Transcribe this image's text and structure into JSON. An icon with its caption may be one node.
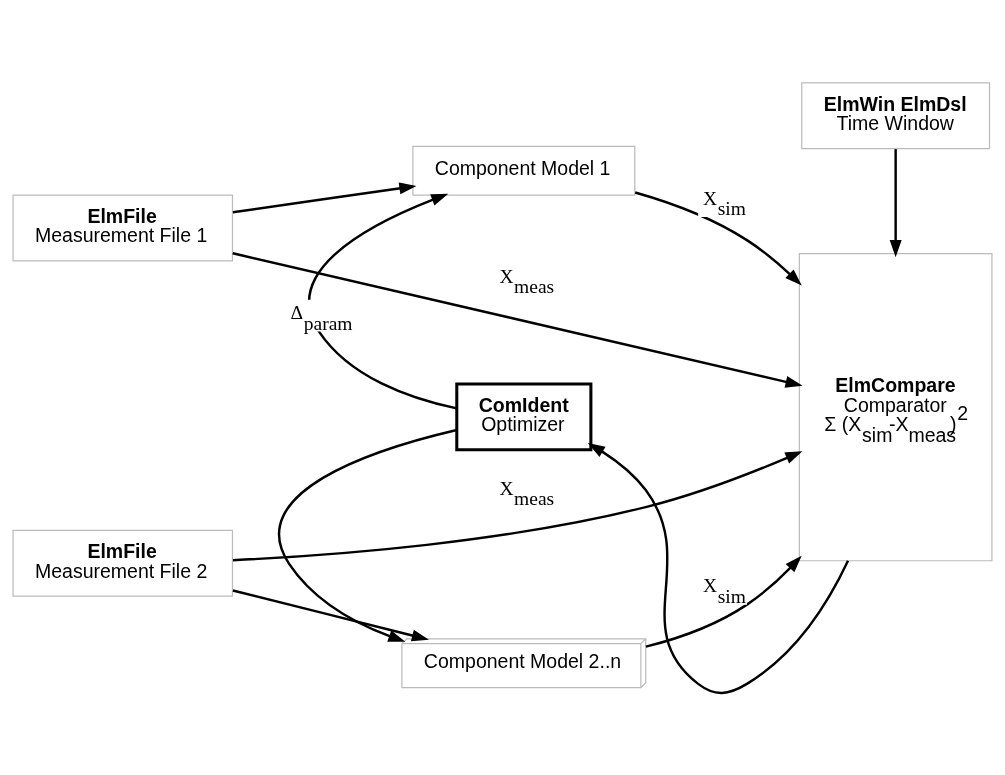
{
  "diagram": {
    "nodes": [
      {
        "text": [
          "ElmWin ElmDsl",
          "Time Window"
        ]
      },
      {
        "text": [
          "ElmFile",
          "Measurement File 1"
        ]
      },
      {
        "text": [
          "Component Model 1"
        ]
      },
      {
        "text": [
          "ElmCompare",
          "Comparator",
          "Σ (X$_{sim}$-X$_{meas}$)$^{2}$"
        ]
      },
      {
        "text": [
          "Component Model 2..n"
        ]
      },
      {
        "text": [
          "ElmFile",
          "Measurement File 2"
        ]
      },
      {
        "text": [
          "ComIdent",
          "Optimizer"
        ]
      }
    ],
    "edges": [
      {
        "from": 0,
        "to": 3,
        "arrow": "to"
      },
      {
        "from": 1,
        "to": 3,
        "arrow": "to",
        "label": "X$_{meas}$"
      },
      {
        "from": 1,
        "to": 2,
        "arrow": "to"
      },
      {
        "from": 2,
        "to": 3,
        "arrow": "to",
        "label": "X$_{sim}$"
      },
      {
        "from": 5,
        "to": 4,
        "arrow": "to"
      },
      {
        "from": 4,
        "to": 3,
        "arrow": "to",
        "label": "X$_{sim}$"
      },
      {
        "from": 5,
        "to": 3,
        "arrow": "to",
        "label": "X$_{meas}$"
      },
      {
        "from": 6,
        "to": 2,
        "arrow": "to",
        "label": "Δ$_{param}$"
      },
      {
        "from": 6,
        "to": 4,
        "arrow": "to"
      },
      {
        "from": 3,
        "to": 6,
        "arrow": "to"
      }
    ]
  }
}
